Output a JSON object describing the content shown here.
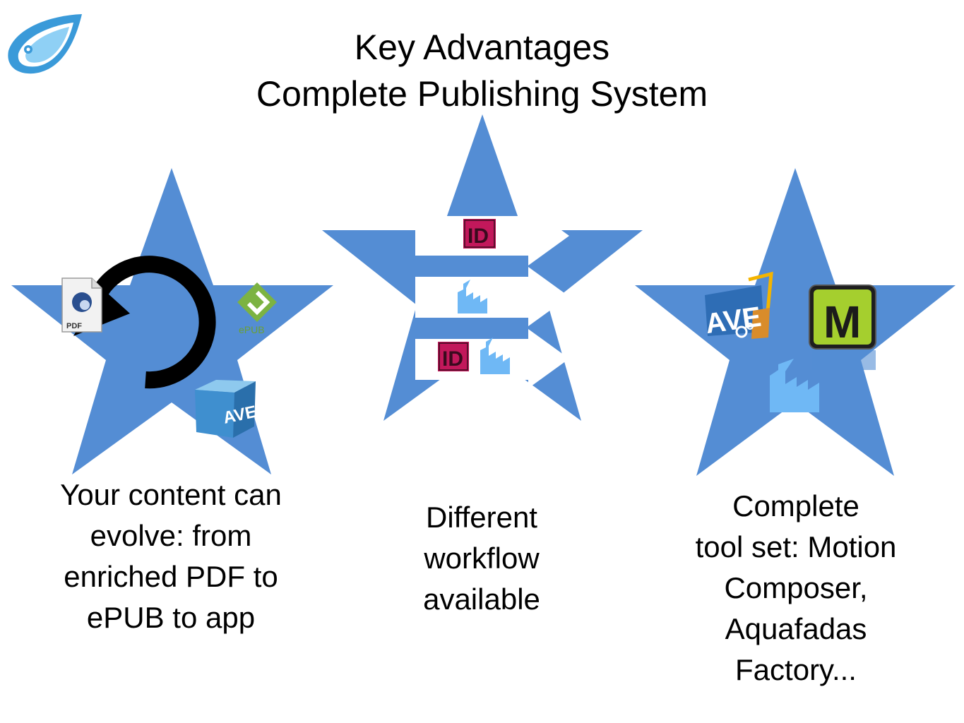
{
  "title": {
    "line1": "Key Advantages",
    "line2": "Complete Publishing System"
  },
  "colors": {
    "star_fill": "#548dd4",
    "arrow_fill": "#ffffff",
    "indesign_bg": "#c2185b",
    "indesign_text": "#3a0a1e",
    "factory_blue": "#6fb8f5",
    "epub_green": "#7cb342",
    "logo_blue": "#3a9ad9"
  },
  "stars": {
    "left": {
      "caption_lines": [
        "Your content can",
        "evolve: from",
        "enriched PDF to",
        "ePUB to app"
      ],
      "icons": {
        "pdf_label": "PDF",
        "epub_label": "ePUB",
        "ave_label": "AVE"
      }
    },
    "middle": {
      "caption_lines": [
        "Different",
        "workflow",
        "available"
      ],
      "indesign_label": "ID"
    },
    "right": {
      "caption_lines": [
        "Complete",
        "tool set: Motion",
        "Composer,",
        "Aquafadas",
        "Factory..."
      ],
      "icons": {
        "ave_label": "AVE",
        "motion_label": "M"
      }
    }
  }
}
